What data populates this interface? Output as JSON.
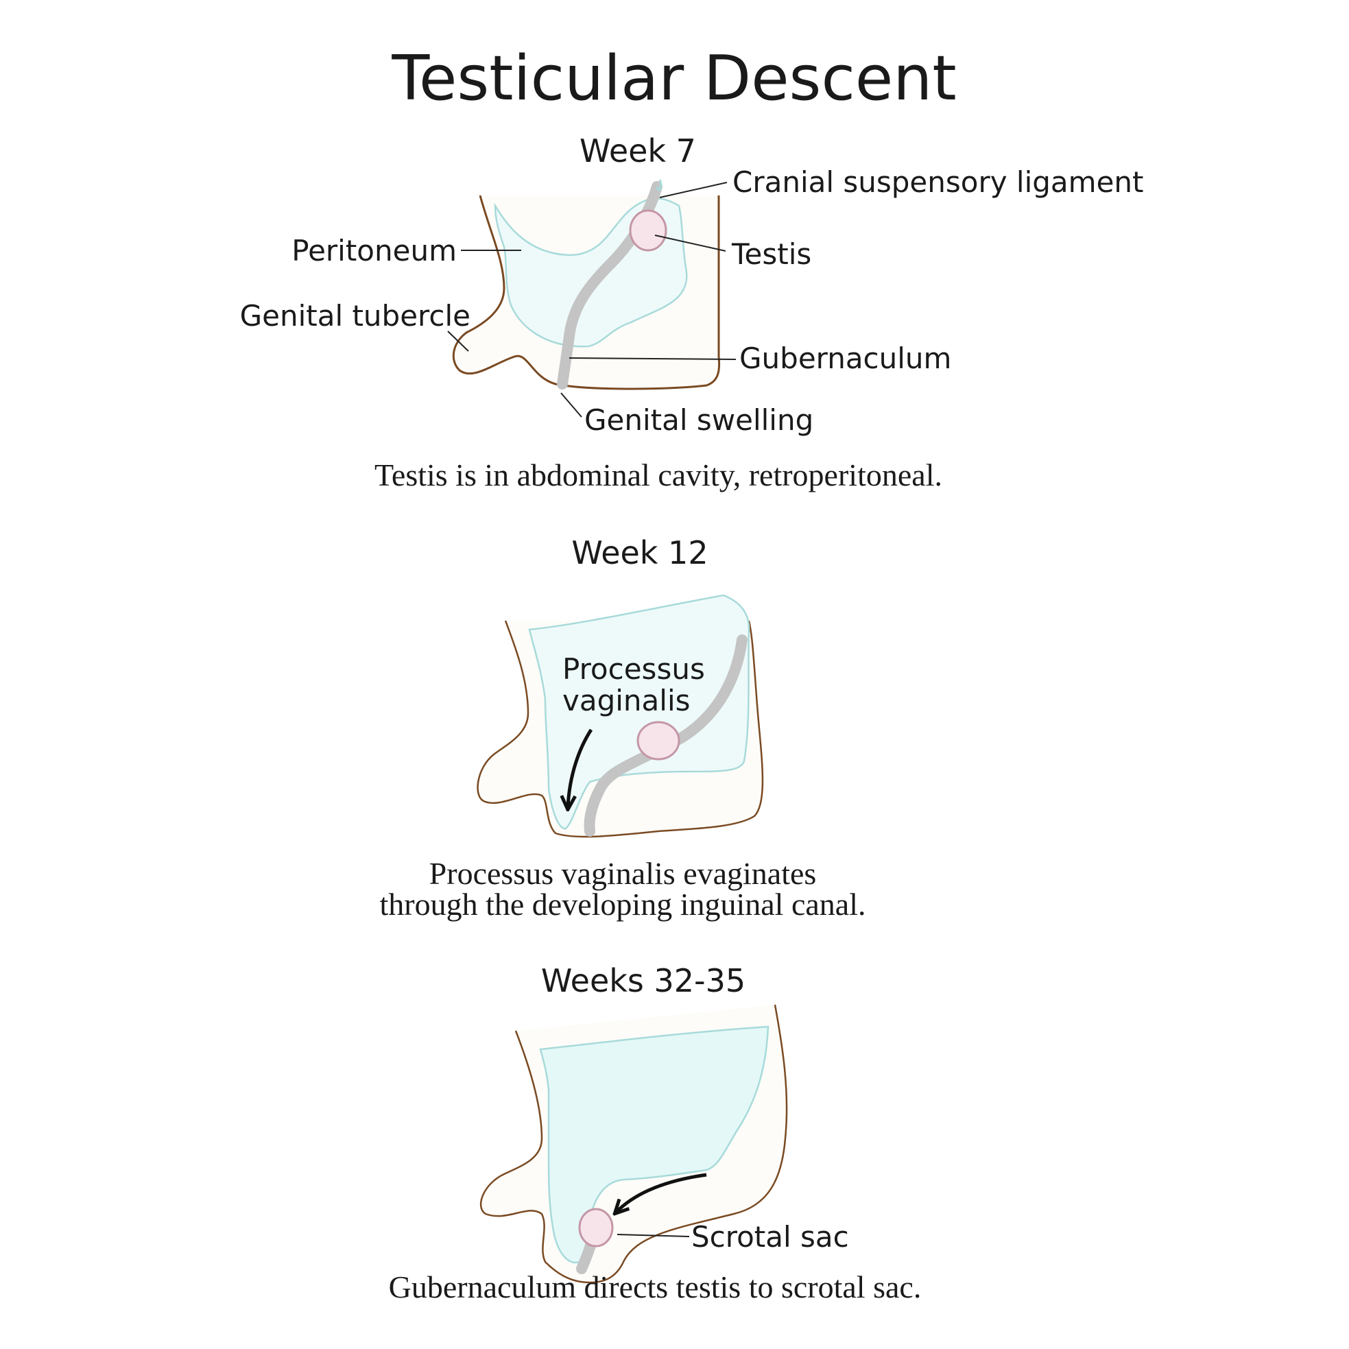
{
  "title": "Testicular Descent",
  "colors": {
    "body_outline": "#7a4a22",
    "body_fill": "#fdfcf8",
    "peritoneum_stroke": "#a8dada",
    "peritoneum_fill": "#eefafa",
    "peritoneum_fill_dense": "#e4f8f8",
    "gubernaculum": "#c4c4c4",
    "testis_fill": "#f6e4ea",
    "testis_stroke": "#c496a6",
    "text": "#1a1a1a"
  },
  "panels": [
    {
      "heading": "Week 7",
      "labels": {
        "cranial_ligament": "Cranial suspensory ligament",
        "testis": "Testis",
        "peritoneum": "Peritoneum",
        "genital_tubercle": "Genital tubercle",
        "gubernaculum": "Gubernaculum",
        "genital_swelling": "Genital swelling"
      },
      "caption": [
        "Testis is in abdominal cavity, retroperitoneal."
      ]
    },
    {
      "heading": "Week 12",
      "labels": {
        "processus_line1": "Processus",
        "processus_line2": "vaginalis"
      },
      "caption": [
        "Processus vaginalis evaginates",
        "through the developing inguinal canal."
      ]
    },
    {
      "heading": "Weeks 32-35",
      "labels": {
        "scrotal_sac": "Scrotal sac"
      },
      "caption": [
        "Gubernaculum directs testis to scrotal sac."
      ]
    }
  ]
}
